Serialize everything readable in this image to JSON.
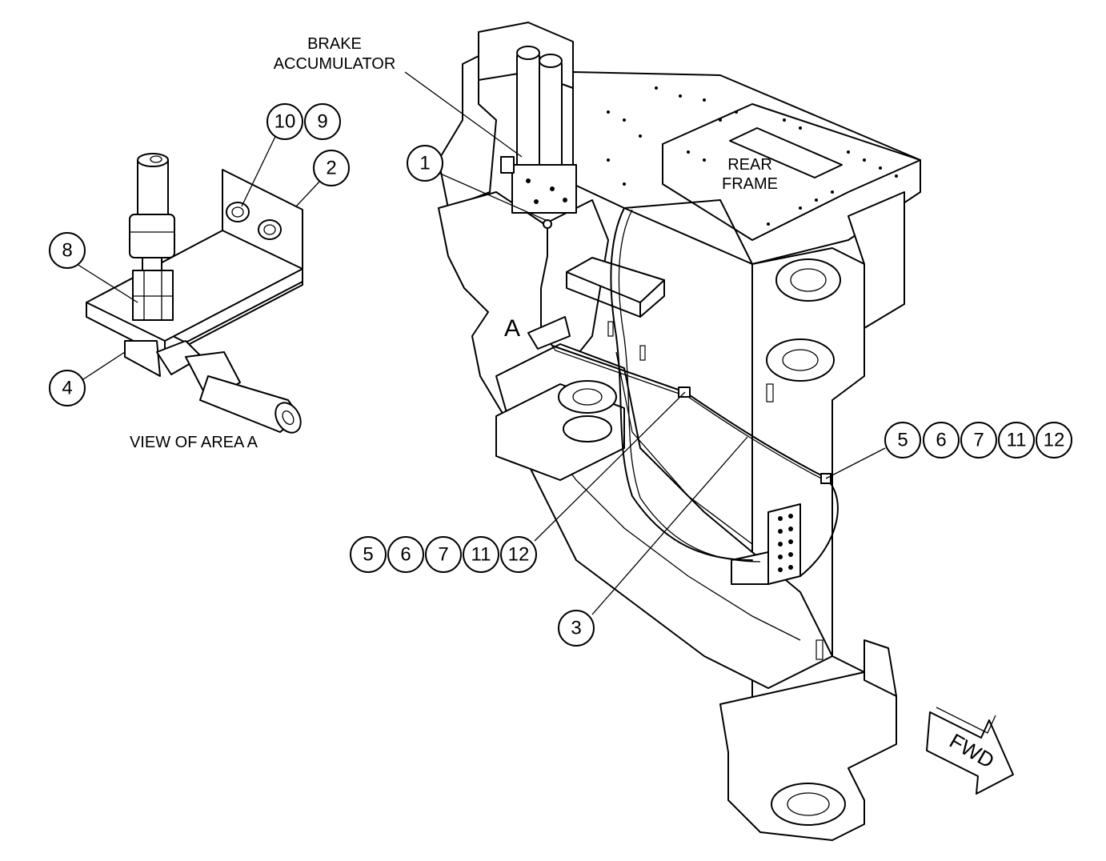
{
  "labels": {
    "brake_accumulator_line1": "BRAKE",
    "brake_accumulator_line2": "ACCUMULATOR",
    "rear_frame_line1": "REAR",
    "rear_frame_line2": "FRAME",
    "view_of_area": "VIEW OF AREA A",
    "area_marker": "A",
    "fwd": "FWD"
  },
  "callouts": {
    "c1": "1",
    "c2": "2",
    "c3": "3",
    "c4": "4",
    "c8": "8",
    "c9": "9",
    "c10": "10",
    "group_right": [
      "5",
      "6",
      "7",
      "11",
      "12"
    ],
    "group_lower": [
      "5",
      "6",
      "7",
      "11",
      "12"
    ]
  }
}
